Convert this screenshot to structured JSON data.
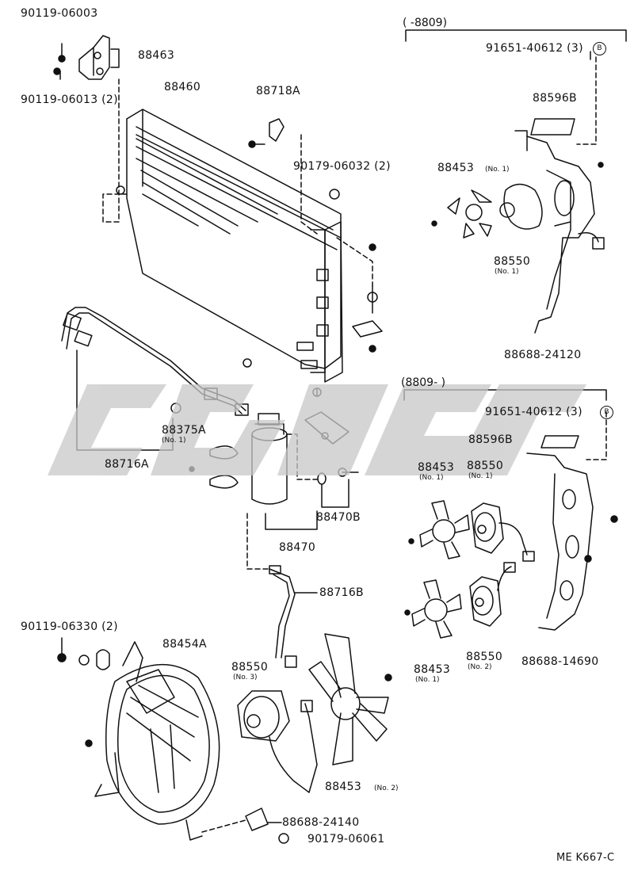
{
  "labels": {
    "p90119_06003": "90119-06003",
    "p88463": "88463",
    "p90119_06013": "90119-06013 (2)",
    "p88460": "88460",
    "p88718A": "88718A",
    "p90179_06032": "90179-06032 (2)",
    "p88375A": "88375A",
    "p88716A": "88716A",
    "p88470B": "88470B",
    "p88470": "88470",
    "p88716B": "88716B",
    "p90119_06330": "90119-06330 (2)",
    "p88454A": "88454A",
    "p88550_no3": "88550",
    "p88453_no2_bottom": "88453",
    "p88688_24140": "88688-24140",
    "p90179_06061": "90179-06061",
    "top_91651": "91651-40612 (3)",
    "top_88596B": "88596B",
    "top_88453": "88453",
    "top_88550": "88550",
    "top_88688_24120": "88688-24120",
    "mid_91651": "91651-40612 (3)",
    "mid_88596B": "88596B",
    "mid_88453_a": "88453",
    "mid_88550_a": "88550",
    "mid_88453_b": "88453",
    "mid_88550_b": "88550",
    "mid_88688_14690": "88688-14690",
    "code": "ME K667-C"
  },
  "notes": {
    "no1": "(No. 1)",
    "no2": "(No. 2)",
    "no3": "(No. 3)",
    "no2_b": "(No. 2)"
  },
  "headers": {
    "top_range": "( -8809)",
    "mid_range": "(8809- )"
  },
  "circle_letter": "B",
  "colors": {
    "line": "#111111",
    "watermark": "#c8c8c8"
  }
}
